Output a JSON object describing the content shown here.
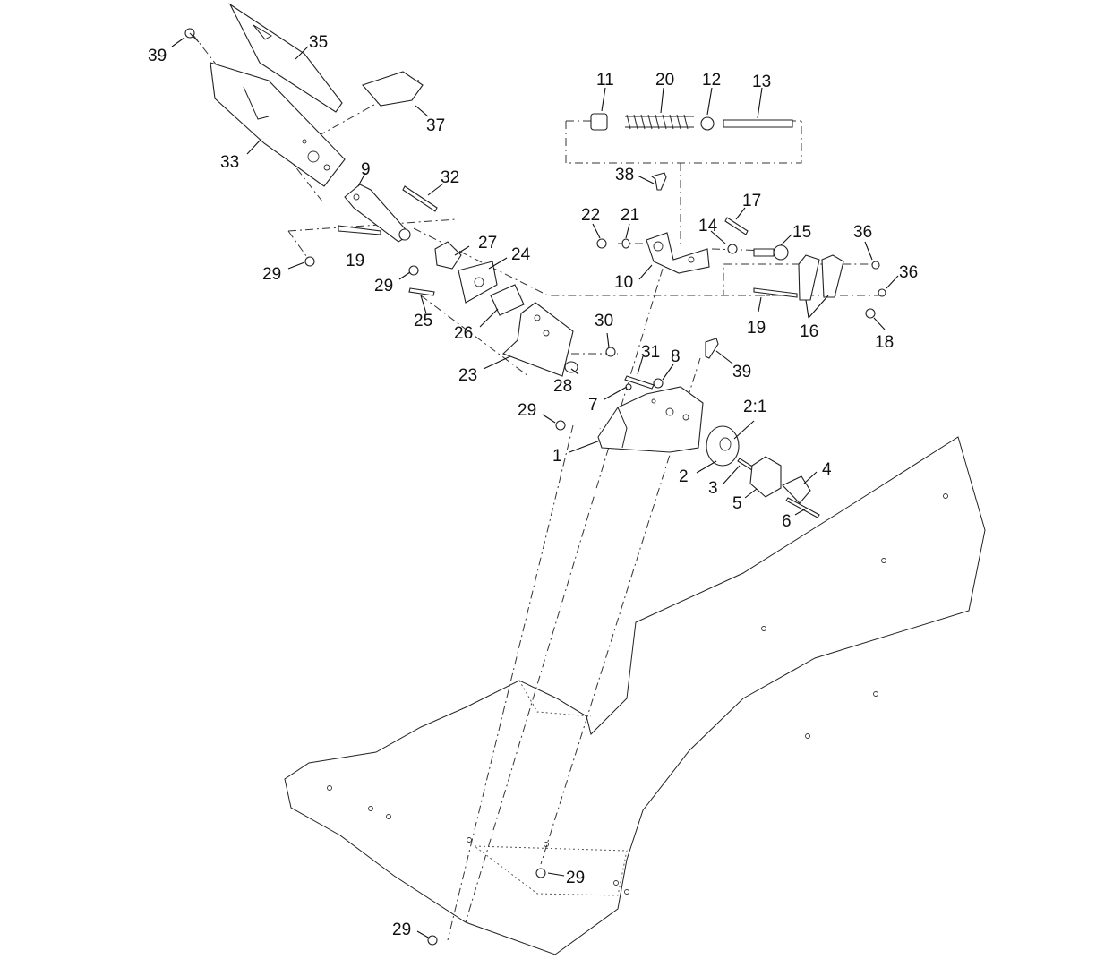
{
  "diagram": {
    "callouts": [
      {
        "id": "c39a",
        "text": "39"
      },
      {
        "id": "c35",
        "text": "35"
      },
      {
        "id": "c37",
        "text": "37"
      },
      {
        "id": "c33",
        "text": "33"
      },
      {
        "id": "c9",
        "text": "9"
      },
      {
        "id": "c32",
        "text": "32"
      },
      {
        "id": "c11",
        "text": "11"
      },
      {
        "id": "c20",
        "text": "20"
      },
      {
        "id": "c12",
        "text": "12"
      },
      {
        "id": "c13",
        "text": "13"
      },
      {
        "id": "c38",
        "text": "38"
      },
      {
        "id": "c22",
        "text": "22"
      },
      {
        "id": "c21",
        "text": "21"
      },
      {
        "id": "c17",
        "text": "17"
      },
      {
        "id": "c14",
        "text": "14"
      },
      {
        "id": "c15",
        "text": "15"
      },
      {
        "id": "c36a",
        "text": "36"
      },
      {
        "id": "c36b",
        "text": "36"
      },
      {
        "id": "c29a",
        "text": "29"
      },
      {
        "id": "c19a",
        "text": "19"
      },
      {
        "id": "c27",
        "text": "27"
      },
      {
        "id": "c24",
        "text": "24"
      },
      {
        "id": "c29b",
        "text": "29"
      },
      {
        "id": "c25",
        "text": "25"
      },
      {
        "id": "c26",
        "text": "26"
      },
      {
        "id": "c10",
        "text": "10"
      },
      {
        "id": "c19b",
        "text": "19"
      },
      {
        "id": "c16",
        "text": "16"
      },
      {
        "id": "c18",
        "text": "18"
      },
      {
        "id": "c30",
        "text": "30"
      },
      {
        "id": "c31",
        "text": "31"
      },
      {
        "id": "c8",
        "text": "8"
      },
      {
        "id": "c39b",
        "text": "39"
      },
      {
        "id": "c23",
        "text": "23"
      },
      {
        "id": "c28",
        "text": "28"
      },
      {
        "id": "c7",
        "text": "7"
      },
      {
        "id": "c29c",
        "text": "29"
      },
      {
        "id": "c2_1",
        "text": "2:1"
      },
      {
        "id": "c1",
        "text": "1"
      },
      {
        "id": "c2",
        "text": "2"
      },
      {
        "id": "c3",
        "text": "3"
      },
      {
        "id": "c4",
        "text": "4"
      },
      {
        "id": "c5",
        "text": "5"
      },
      {
        "id": "c6",
        "text": "6"
      },
      {
        "id": "c29d",
        "text": "29"
      },
      {
        "id": "c29e",
        "text": "29"
      }
    ]
  }
}
